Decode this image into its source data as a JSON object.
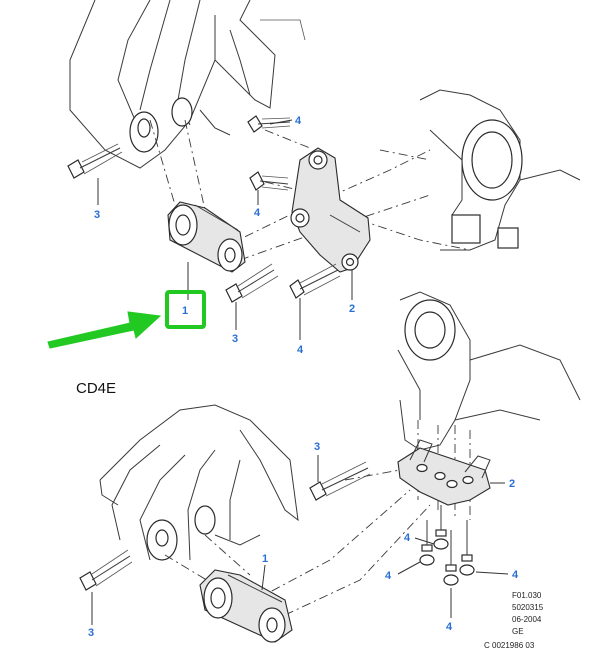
{
  "section_label": "CD4E",
  "callouts": {
    "top_bolt_right": "4",
    "top_bolt_left": "3",
    "top_bolt_mid": "4",
    "top_mount": "1",
    "top_bolt_lower_left": "3",
    "top_bolt_lower_mid": "4",
    "top_bracket": "2",
    "bottom_bolt_upper": "3",
    "bottom_bracket": "2",
    "bottom_bolt_a": "4",
    "bottom_bolt_b": "4",
    "bottom_bolt_c": "4",
    "bottom_bolt_d": "4",
    "bottom_mount": "1",
    "bottom_bolt_left": "3"
  },
  "reference": {
    "line1": "F01.030",
    "line2": "5020315",
    "line3": "06-2004",
    "line4": "GE",
    "line5": "C 0021986 03"
  },
  "highlight_color": "#22c922",
  "callout_color": "#2a6fd6"
}
